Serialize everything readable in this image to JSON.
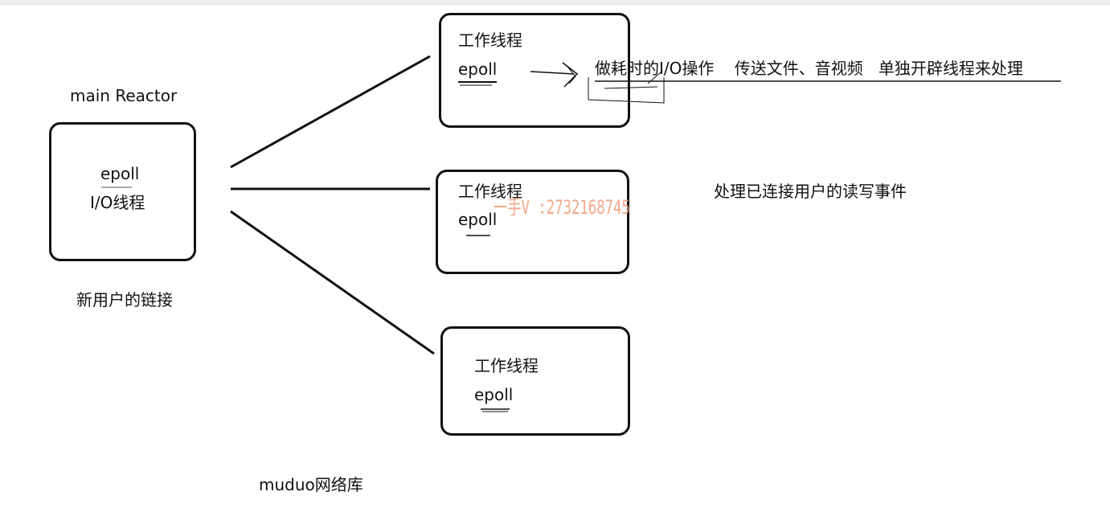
{
  "main": {
    "title": "main Reactor",
    "epoll": "epoll",
    "io_thread": "I/O线程",
    "caption": "新用户的链接"
  },
  "workers": [
    {
      "title": "工作线程",
      "epoll": "epoll"
    },
    {
      "title": "工作线程",
      "epoll": "epoll"
    },
    {
      "title": "工作线程",
      "epoll": "epoll"
    }
  ],
  "notes": {
    "worker1": "做耗时的I/O操作    传送文件、音视频   单独开辟线程来处理",
    "worker2": "处理已连接用户的读写事件"
  },
  "watermark": "一手V :2732168745",
  "footer": "muduo网络库"
}
